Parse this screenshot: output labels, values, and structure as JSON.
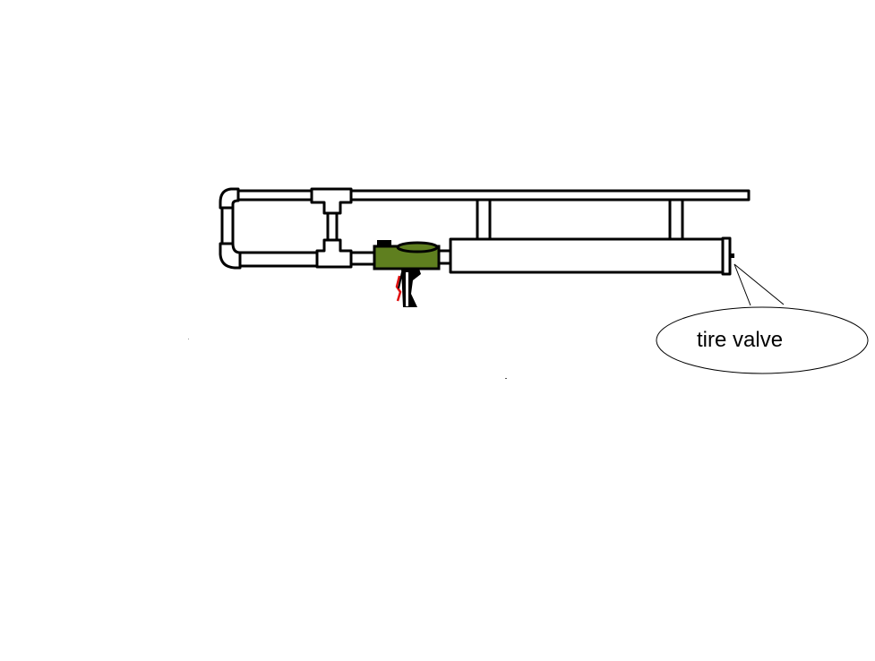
{
  "diagram": {
    "title": "",
    "components": [
      {
        "id": "pvc-loop",
        "type": "pipe-loop"
      },
      {
        "id": "tee-top",
        "type": "tee-fitting"
      },
      {
        "id": "tee-bottom",
        "type": "tee-fitting"
      },
      {
        "id": "barrel",
        "type": "pipe"
      },
      {
        "id": "valve-gun",
        "type": "trigger-valve",
        "color": "#5f7f1f"
      },
      {
        "id": "chamber",
        "type": "pressure-chamber"
      },
      {
        "id": "supports",
        "type": "standoff",
        "count": 2
      },
      {
        "id": "end-cap",
        "type": "cap"
      },
      {
        "id": "tire-valve",
        "type": "valve"
      }
    ],
    "callout": {
      "label": "tire valve",
      "target": "tire-valve"
    },
    "colors": {
      "outline": "#000000",
      "valve_body": "#5f7f1f",
      "trigger_spring": "#e01010",
      "background": "#ffffff"
    }
  }
}
